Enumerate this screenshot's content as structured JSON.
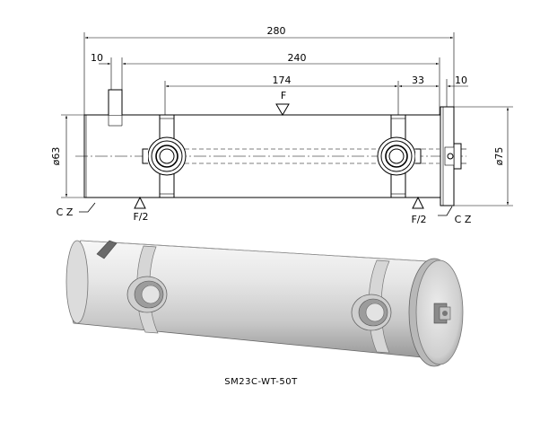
{
  "drawing": {
    "dimensions": {
      "overall_length": "280",
      "left_flange": "10",
      "body_length": "240",
      "nozzle_spacing": "174",
      "nozzle_offset": "33",
      "right_flange": "10",
      "body_diameter": "ø63",
      "flange_diameter": "ø75"
    },
    "labels": {
      "force_center": "F",
      "force_left": "F/2",
      "force_right": "F/2",
      "support_left": "C Z",
      "support_right": "C Z"
    }
  },
  "caption": "SM23C-WT-50T"
}
